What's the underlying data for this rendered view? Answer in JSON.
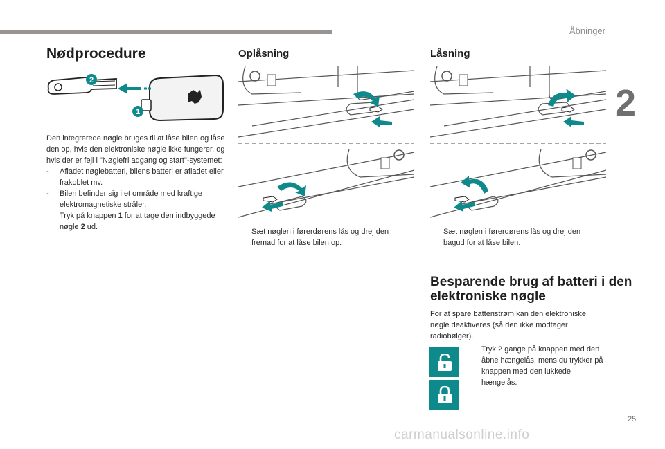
{
  "header": {
    "chapter_title": "Åbninger",
    "chapter_number": "2"
  },
  "footer": {
    "page_number": "25",
    "watermark": "carmanualsonline.info"
  },
  "emergency": {
    "title": "Nødprocedure",
    "callout_1": "1",
    "callout_2": "2",
    "intro": "Den integrerede nøgle bruges til at låse bilen og låse den op, hvis den elektroniske nøgle ikke fungerer, og hvis der er fejl i \"Nøglefri adgang og start\"-systemet:",
    "bullets": [
      {
        "mark": "-",
        "text": "Afladet nøglebatteri, bilens batteri er afladet eller frakoblet mv."
      },
      {
        "mark": "-",
        "text": "Bilen befinder sig i et område med kraftige elektromagnetiske stråler."
      }
    ],
    "step": {
      "mark": "",
      "pre": "Tryk på knappen ",
      "b1": "1",
      "mid": " for at tage den indbyggede nøgle ",
      "b2": "2",
      "post": " ud."
    }
  },
  "unlock": {
    "title": "Oplåsning",
    "instruction_mark": "",
    "instruction": "Sæt nøglen i førerdørens lås og drej den fremad for at låse bilen op."
  },
  "lock": {
    "title": "Låsning",
    "instruction_mark": "",
    "instruction": "Sæt nøglen i førerdørens lås og drej den bagud for at låse bilen."
  },
  "battery": {
    "title": "Besparende brug af batteri i den elektroniske nøgle",
    "intro": "For at spare batteristrøm kan den elektroniske nøgle deaktiveres (så den ikke modtager radiobølger).",
    "instruction_mark": "",
    "instruction": "Tryk 2 gange på knappen med den åbne hængelås, mens du trykker på knappen med den lukkede hængelås."
  },
  "icons": [
    "open-padlock-icon",
    "closed-padlock-icon"
  ],
  "colors": {
    "accent": "#0e8a8c",
    "topbar": "#9a9490"
  }
}
